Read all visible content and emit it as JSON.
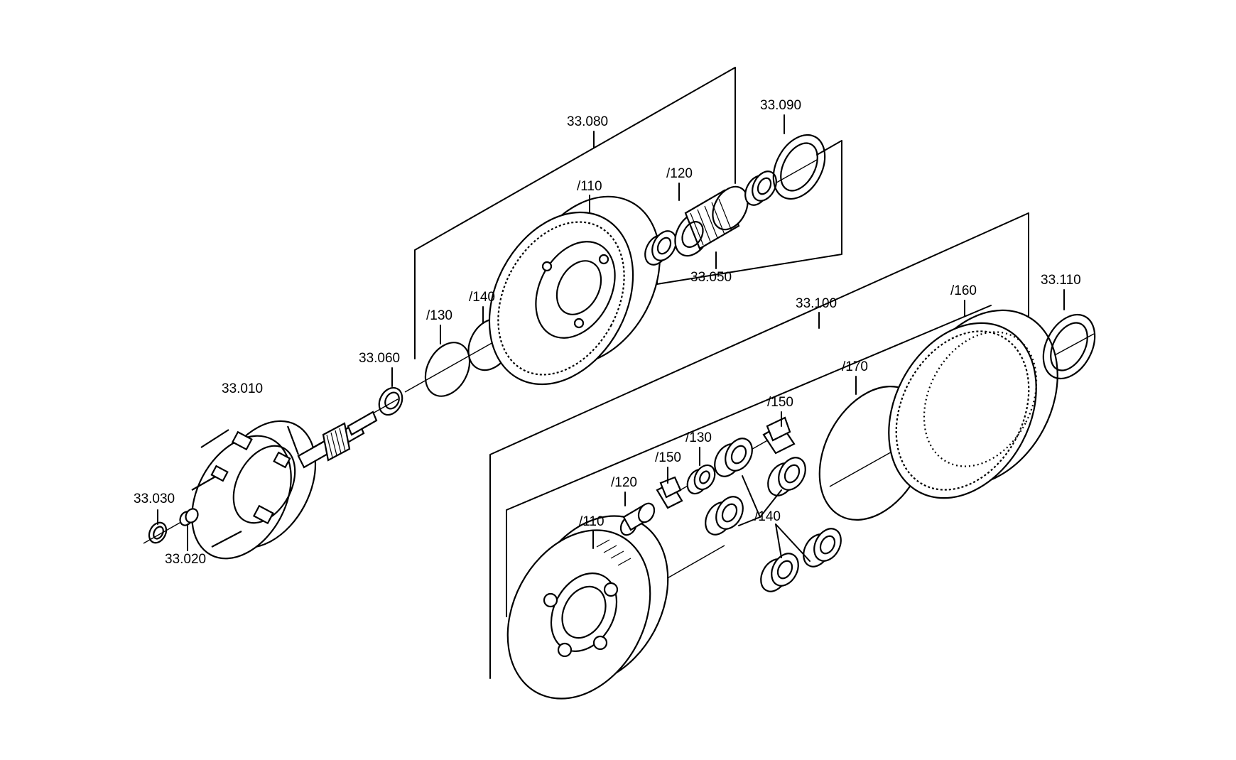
{
  "labels": {
    "p33_010": "33.010",
    "p33_020": "33.020",
    "p33_030": "33.030",
    "p33_060": "33.060",
    "p33_080": "33.080",
    "p33_090": "33.090",
    "p33_050": "33.050",
    "p33_100": "33.100",
    "p33_110": "33.110",
    "a110": "/110",
    "a120": "/120",
    "a130": "/130",
    "a140": "/140",
    "b110": "/110",
    "b120": "/120",
    "b130": "/130",
    "b140": "/140",
    "b150a": "/150",
    "b150b": "/150",
    "b160": "/160",
    "b170": "/170"
  }
}
